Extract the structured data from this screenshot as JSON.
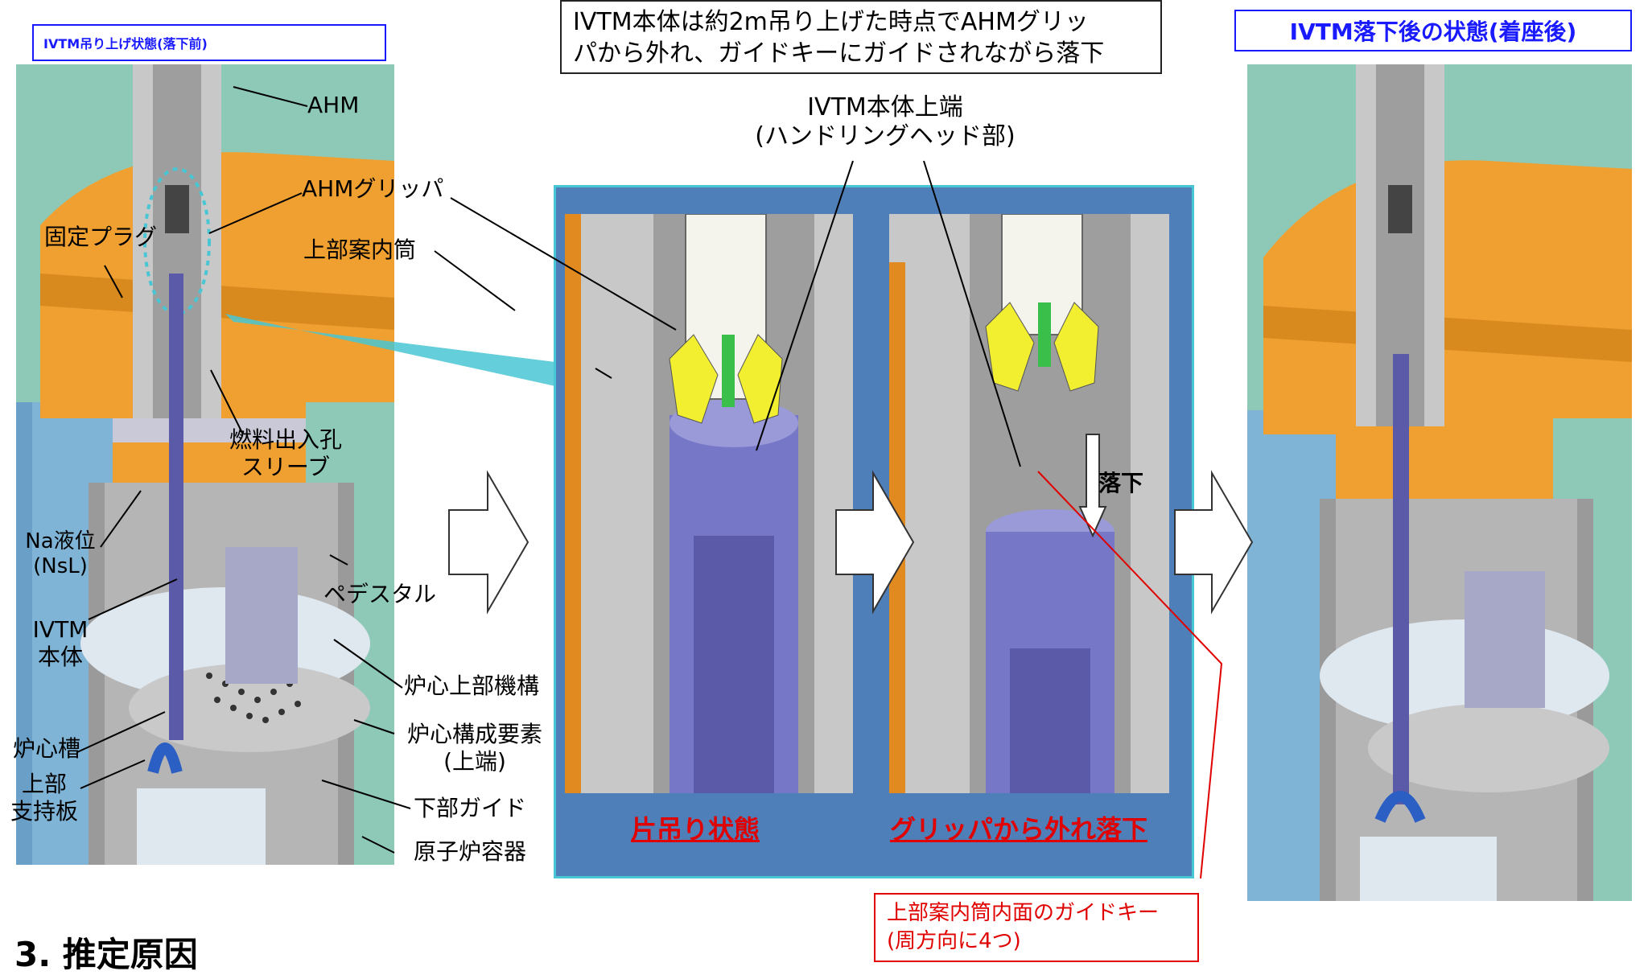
{
  "labels": {
    "left_title": "IVTM吊り上げ状態(落下前)",
    "right_title": "IVTM落下後の状態(着座後)",
    "top_caption_line1": "IVTM本体は約2m吊り上げた時点でAHMグリッ",
    "top_caption_line2": "パから外れ、ガイドキーにガイドされながら落下",
    "head_label_line1": "IVTM本体上端",
    "head_label_line2": "(ハンドリングヘッド部)",
    "ahm": "AHM",
    "ahm_gripper": "AHMグリッパ",
    "fixed_plug": "固定プラグ",
    "upper_guide_tube": "上部案内筒",
    "sleeve_line1": "燃料出入孔",
    "sleeve_line2": "スリーブ",
    "na_level_line1": "Na液位",
    "na_level_line2": "(NsL)",
    "pedestal": "ペデスタル",
    "ivtm_line1": "IVTM",
    "ivtm_line2": "本体",
    "core_upper_structure": "炉心上部機構",
    "core_element_line1": "炉心構成要素",
    "core_element_line2": "(上端)",
    "core_tank": "炉心槽",
    "upper_support_line1": "上部",
    "upper_support_line2": "支持板",
    "lower_guide": "下部ガイド",
    "reactor_vessel": "原子炉容器",
    "fall": "落下",
    "state_one_side": "片吊り状態",
    "state_drop": "グリッパから外れ落下",
    "guide_key_line1": "上部案内筒内面のガイドキー",
    "guide_key_line2": "(周方向に4つ)",
    "section_heading": "3. 推定原因"
  },
  "colors": {
    "orange_plug": "#f0a030",
    "teal_wall": "#8ec9b8",
    "sky_blue": "#7fb4d6",
    "grey_metal": "#b8b8b8",
    "panel_blue": "#4f7fb8",
    "panel_border": "#49c6d3",
    "ivtm_blue": "#5a5aa8",
    "gripper_yellow": "#f2ef30",
    "gripper_green": "#3ac04a",
    "title_blue": "#1a1aff",
    "note_red": "#e00000"
  },
  "icons": [
    "right-arrow-icon",
    "down-arrow-icon"
  ]
}
